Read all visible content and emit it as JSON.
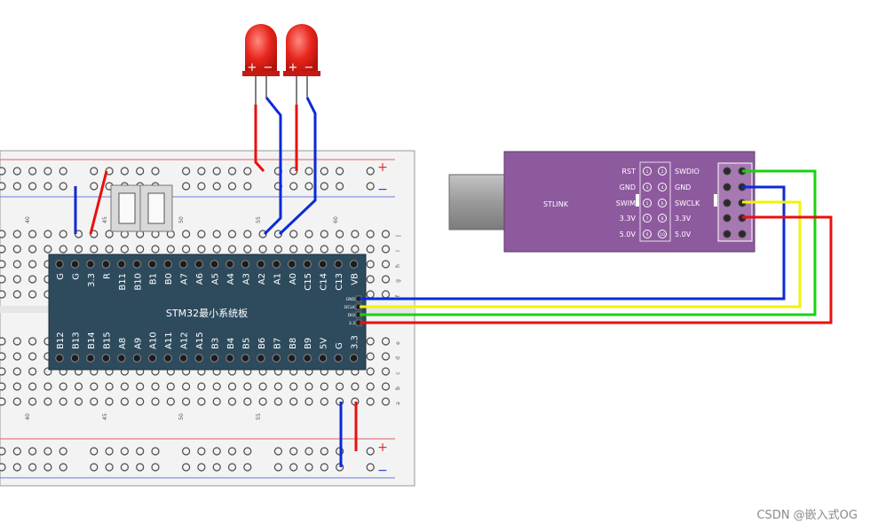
{
  "board": {
    "title": "STM32最小系统板",
    "top_pins": [
      "G",
      "G",
      "3.3",
      "R",
      "B11",
      "B10",
      "B1",
      "B0",
      "A7",
      "A6",
      "A5",
      "A4",
      "A3",
      "A2",
      "A1",
      "A0",
      "C15",
      "C14",
      "C13",
      "VB"
    ],
    "bottom_pins": [
      "B12",
      "B13",
      "B14",
      "B15",
      "A8",
      "A9",
      "A10",
      "A11",
      "A12",
      "A15",
      "B3",
      "B4",
      "B5",
      "B6",
      "B7",
      "B8",
      "B9",
      "5V",
      "G",
      "3.3"
    ],
    "swd_labels": [
      "GND",
      "DCLK",
      "DIO",
      "3.3"
    ]
  },
  "breadboard": {
    "rail_plus": "+",
    "rail_minus": "−",
    "column_numbers_top": [
      "40",
      "45",
      "50",
      "55",
      "60"
    ],
    "column_numbers_bottom": [
      "40",
      "45",
      "50",
      "55"
    ],
    "row_letters": [
      "j",
      "i",
      "h",
      "g",
      "f",
      "e",
      "d",
      "c",
      "b",
      "a"
    ]
  },
  "leds": [
    {
      "plus": "+",
      "minus": "−"
    },
    {
      "plus": "+",
      "minus": "−"
    }
  ],
  "stlink": {
    "name": "STLINK",
    "left_labels": [
      "RST",
      "GND",
      "SWIM",
      "3.3V",
      "5.0V"
    ],
    "right_labels": [
      "SWDIO",
      "GND",
      "SWCLK",
      "3.3V",
      "5.0V"
    ],
    "pin_numbers": [
      "1",
      "2",
      "3",
      "4",
      "5",
      "6",
      "7",
      "8",
      "9",
      "10"
    ]
  },
  "colors": {
    "board": "#2e4b5e",
    "stlink": "#8e5a9e",
    "led": "#e0261e",
    "wire_red": "#e81010",
    "wire_blue": "#0b2ad6",
    "wire_green": "#19d10f",
    "wire_yellow": "#f2f20a"
  },
  "watermark": "CSDN @嵌入式OG"
}
